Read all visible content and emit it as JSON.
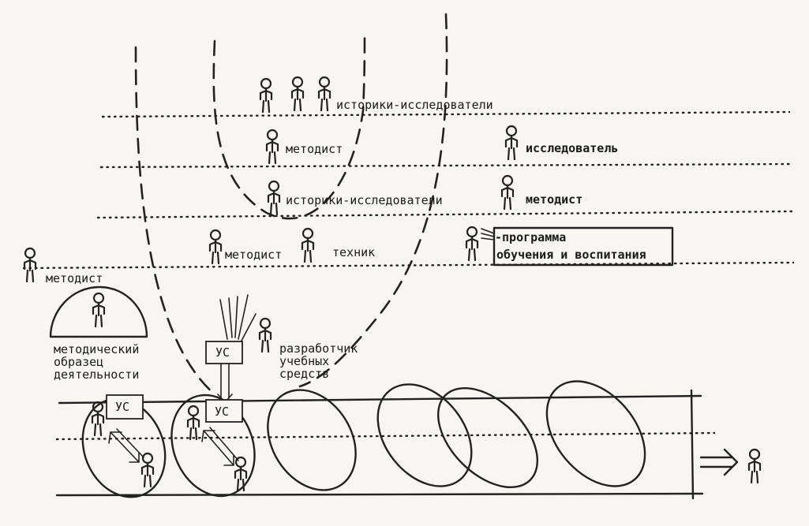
{
  "labels": {
    "historians_top": "историки-исследователи",
    "methodist_upper": "методист",
    "researcher_right": "исследователь",
    "historians_mid": "историки-исследователи",
    "methodist_right": "методист",
    "methodist_low": "методист",
    "technician": "техник",
    "program_line1": "-программа",
    "program_line2": "обучения и воспитания",
    "methodist_left": "методист",
    "sample_line1": "методический",
    "sample_line2": "образец",
    "sample_line3": "деятельности",
    "developer_line1": "разработчик",
    "developer_line2": "учебных",
    "developer_line3": "средств",
    "us_upper": "УС",
    "us_box_left": "УС",
    "us_box_center": "УС"
  }
}
